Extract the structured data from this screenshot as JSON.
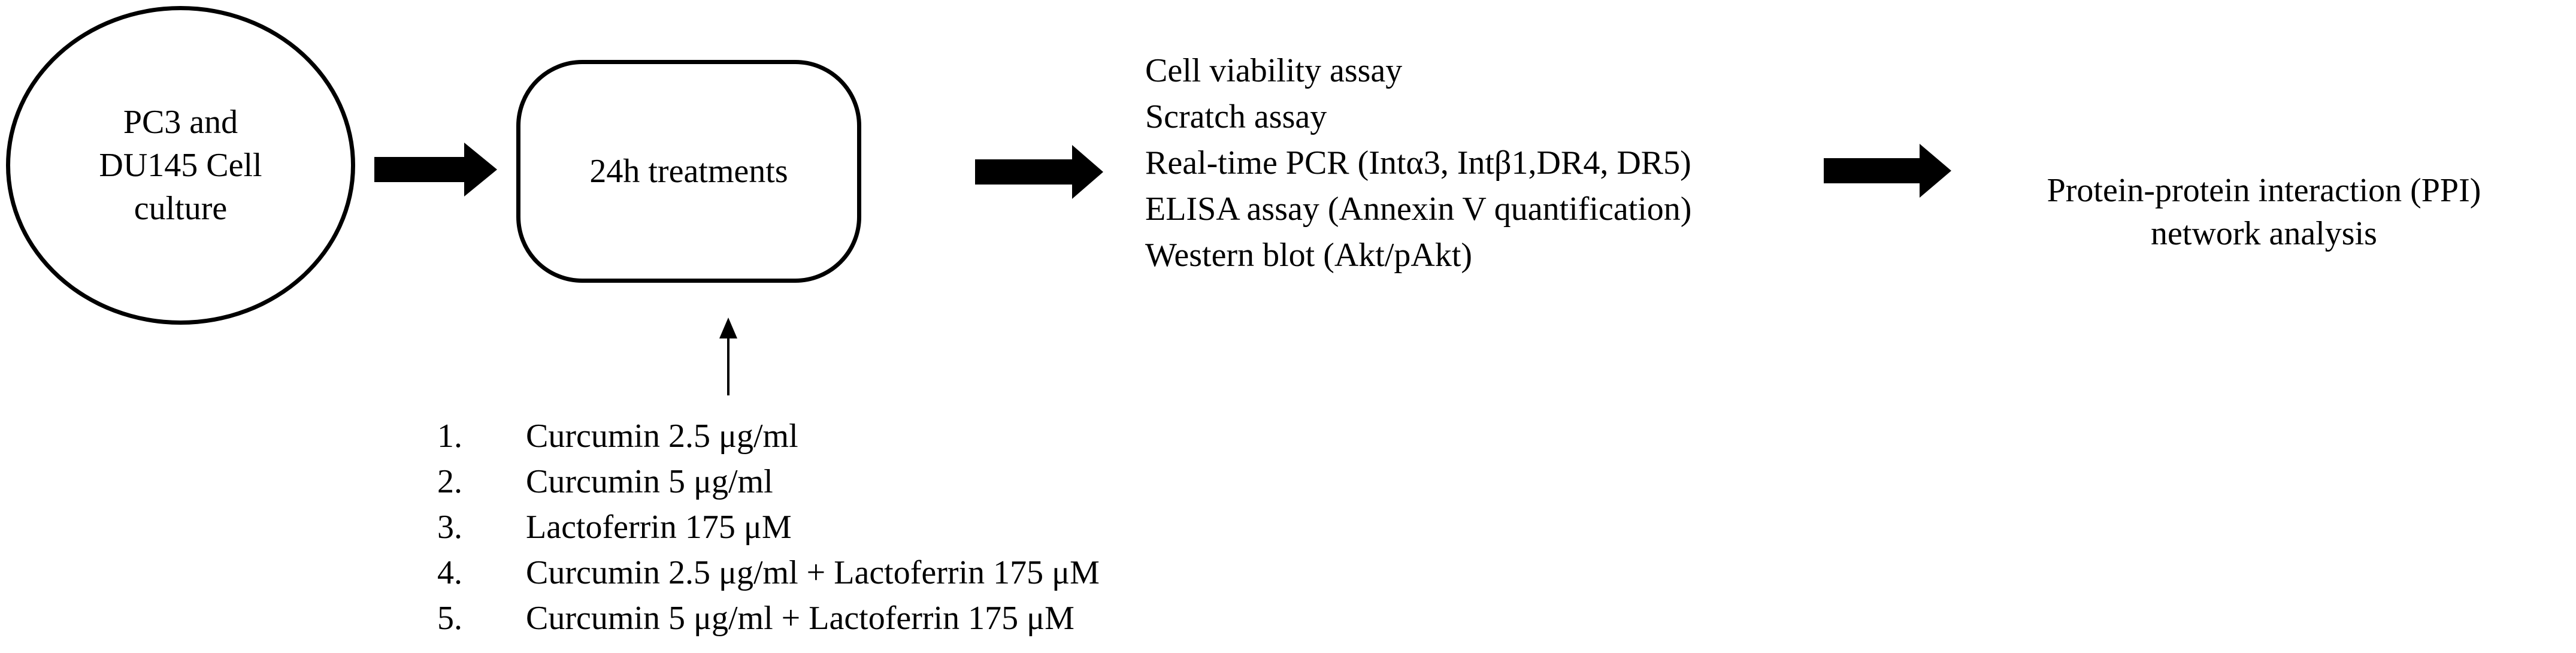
{
  "nodes": {
    "cell_culture": "PC3 and\nDU145 Cell\nculture",
    "treatment": "24h treatments",
    "ppi": "Protein-protein interaction (PPI)\nnetwork analysis"
  },
  "assays": [
    "Cell viability assay",
    "Scratch assay",
    "Real-time PCR (Intα3, Intβ1,DR4, DR5)",
    "ELISA assay  (Annexin V quantification)",
    "Western blot (Akt/pAkt)"
  ],
  "treatments": [
    {
      "num": "1.",
      "text": "Curcumin 2.5 μg/ml"
    },
    {
      "num": "2.",
      "text": "Curcumin 5 μg/ml"
    },
    {
      "num": "3.",
      "text": "Lactoferrin 175 μM"
    },
    {
      "num": "4.",
      "text": "Curcumin 2.5 μg/ml + Lactoferrin 175 μM"
    },
    {
      "num": "5.",
      "text": "Curcumin 5 μg/ml + Lactoferrin 175 μM"
    }
  ]
}
